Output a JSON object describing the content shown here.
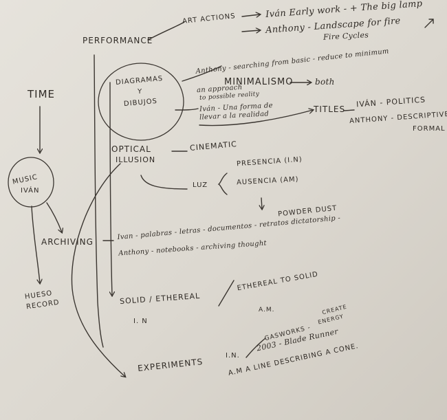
{
  "nodes": {
    "performance": "PERFORMANCE",
    "art_actions": "ART ACTIONS",
    "ivan_early_work": "Iván Early work - + The big lamp",
    "anthony_landscape": "Anthony - Landscape for fire",
    "fire_cycles": "Fire Cycles",
    "time": "TIME",
    "diagramas_line1": "DIAGRAMAS",
    "diagramas_line2": "Y",
    "diagramas_line3": "DIBUJOS",
    "anthony_searching": "Anthony - searching from basic - reduce to minimum",
    "minimalismo": "MINIMALISMO",
    "both": "both",
    "approach_line1": "an approach",
    "approach_line2": "to possible reality",
    "ivan_forma_line1": "Iván - Una forma de",
    "ivan_forma_line2": "llevar a la realidad",
    "titles": "TITLES",
    "ivan_politics": "IVÁN - POLITICS",
    "anthony_descriptive": "ANTHONY - DESCRIPTIVE",
    "formal": "FORMAL",
    "optical_line1": "OPTICAL",
    "optical_line2": "ILLUSION",
    "cinematic": "CINEMATIC",
    "music_line1": "MUSIC",
    "music_line2": "IVÁN",
    "luz": "LUZ",
    "presencia": "PRESENCIA (I.N)",
    "ausencia": "AUSENCIA (AM)",
    "powder_dust": "POWDER DUST",
    "archiving": "ARCHIVING",
    "ivan_palabras": "Ivan - palabras - letras - documentos - retratos dictatorship -",
    "anthony_notebooks": "Anthony - notebooks - archiving thought",
    "hueso_line1": "HUESO",
    "hueso_line2": "RECORD",
    "solid_ethereal": "SOLID / ETHEREAL",
    "in_1": "I. N",
    "ethereal_to_solid": "ETHEREAL TO SOLID",
    "am_1": "A.M.",
    "create_line1": "CREATE",
    "create_line2": "ENERGY",
    "gasworks": "GASWORKS -",
    "experiments": "EXPERIMENTS",
    "in_2": "I.N.",
    "blade_runner": "2003 - Blade Runner",
    "am_line": "A.M A LINE DESCRIBING A CONE."
  }
}
